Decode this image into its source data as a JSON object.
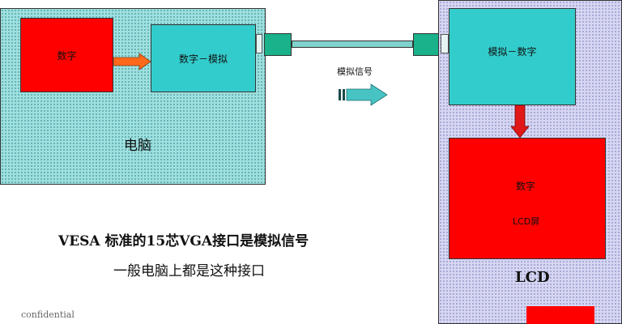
{
  "computer": {
    "label": "电脑",
    "digital_box": "数字",
    "dac_box": "数字－模拟"
  },
  "monitor": {
    "adc_box": "模拟－数字",
    "panel_line1": "数字",
    "panel_line2": "LCD屏",
    "label": "LCD"
  },
  "signal": {
    "label": "模拟信号"
  },
  "captions": {
    "line1": "VESA 标准的15芯VGA接口是模拟信号",
    "line2": "一般电脑上都是这种接口"
  },
  "footer": {
    "confidential": "confidential"
  },
  "colors": {
    "red": "#ff0000",
    "teal": "#33cccc",
    "arrow_orange": "#ff6a1a",
    "arrow_red": "#e01818",
    "signal_arrow": "#47c3c3"
  }
}
